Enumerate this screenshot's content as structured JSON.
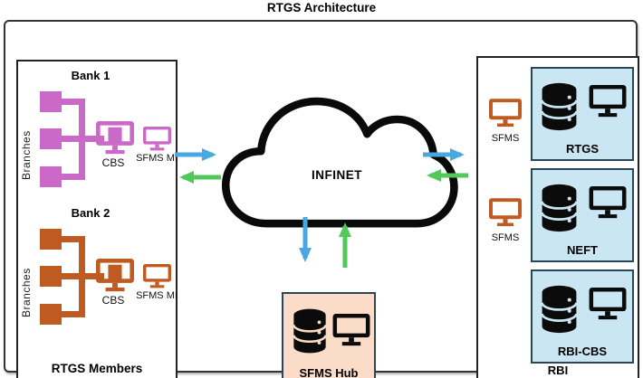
{
  "title": "RTGS Architecture",
  "colors": {
    "bank1": "#ca69c8",
    "bank2": "#bf5b21",
    "sfms": "#bf5b21",
    "lightblue": "#cbe6f3",
    "peach": "#fadcc8",
    "card_border": "#2b4656",
    "arrow_blue": "#4aa8e0",
    "arrow_green": "#52c85a"
  },
  "members": {
    "label": "RTGS Members",
    "banks": [
      {
        "name": "Bank 1",
        "branches_label": "Branches",
        "cbs_label": "CBS",
        "sfms_label": "SFMS MI"
      },
      {
        "name": "Bank 2",
        "branches_label": "Branches",
        "cbs_label": "CBS",
        "sfms_label": "SFMS MI"
      }
    ]
  },
  "network": {
    "label": "INFINET"
  },
  "hub": {
    "label": "SFMS Hub"
  },
  "rbi": {
    "label": "RBI",
    "sfms_terminals": [
      "SFMS",
      "SFMS"
    ],
    "systems": [
      "RTGS",
      "NEFT",
      "RBI-CBS"
    ]
  }
}
